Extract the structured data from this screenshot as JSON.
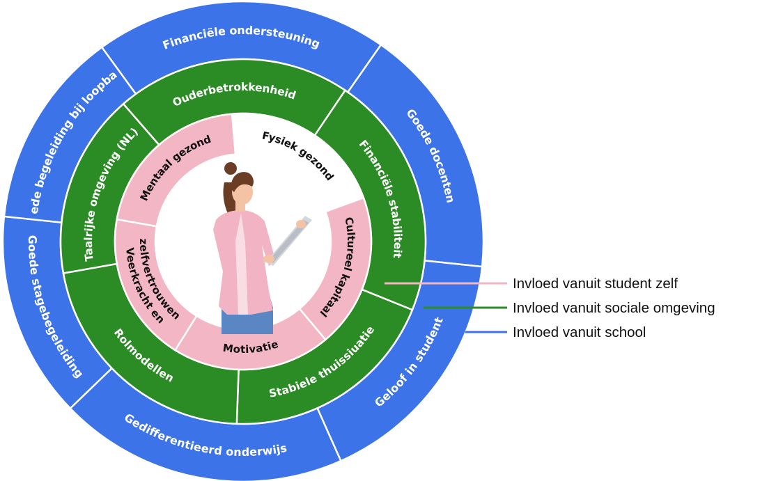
{
  "colors": {
    "school": "#3d73e8",
    "social": "#2b8b24",
    "student": "#f3b6c4",
    "health_segment": "#ffffff",
    "divider": "#ffffff",
    "inner_text": "#111111",
    "outer_text": "#ffffff"
  },
  "rings": {
    "school": [
      "Financiële ondersteuning",
      "Goede docenten",
      "Geloof in student",
      "Gedifferentieerd onderwijs",
      "Goede stagebegeleiding",
      "Goede begeleiding bij loopbaan"
    ],
    "social": [
      "Ouderbetrokkenheid",
      "Financiële stabiliteit",
      "Stabiele thuissiuatie",
      "Rolmodellen",
      "Taalrijke omgeving (NL)"
    ],
    "student": [
      "Fysiek gezond",
      "Cultureel kapitaal",
      "Motivatie",
      "Veerkracht en zelfvertrouwen",
      "Mentaal gezond"
    ]
  },
  "center_figure": "woman-with-tablet",
  "legend": [
    {
      "label": "Invloed vanuit student zelf",
      "color": "#f3b6c4"
    },
    {
      "label": "Invloed vanuit sociale omgeving",
      "color": "#2b8b24"
    },
    {
      "label": "Invloed vanuit school",
      "color": "#3d73e8"
    }
  ]
}
